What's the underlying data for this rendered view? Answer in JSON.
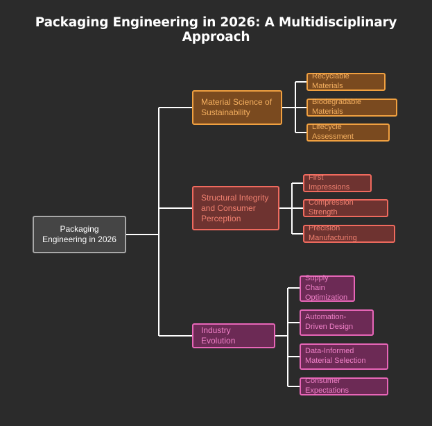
{
  "title": "Packaging Engineering in 2026: A Multidisciplinary Approach",
  "root": {
    "label": "Packaging Engineering in 2026"
  },
  "branches": [
    {
      "label": "Material Science of Sustainability",
      "color": "#f0a040",
      "children": [
        "Recyclable Materials",
        "Biodegradable Materials",
        "Lifecycle Assessment"
      ]
    },
    {
      "label": "Structural Integrity and Consumer Perception",
      "color": "#ef6a5e",
      "children": [
        "First Impressions",
        "Compression Strength",
        "Precision Manufacturing"
      ]
    },
    {
      "label": "Industry Evolution",
      "color": "#e866b8",
      "children": [
        "Supply Chain Optimization",
        "Automation-Driven Design",
        "Data-Informed Material Selection",
        "Consumer Expectations"
      ]
    }
  ]
}
